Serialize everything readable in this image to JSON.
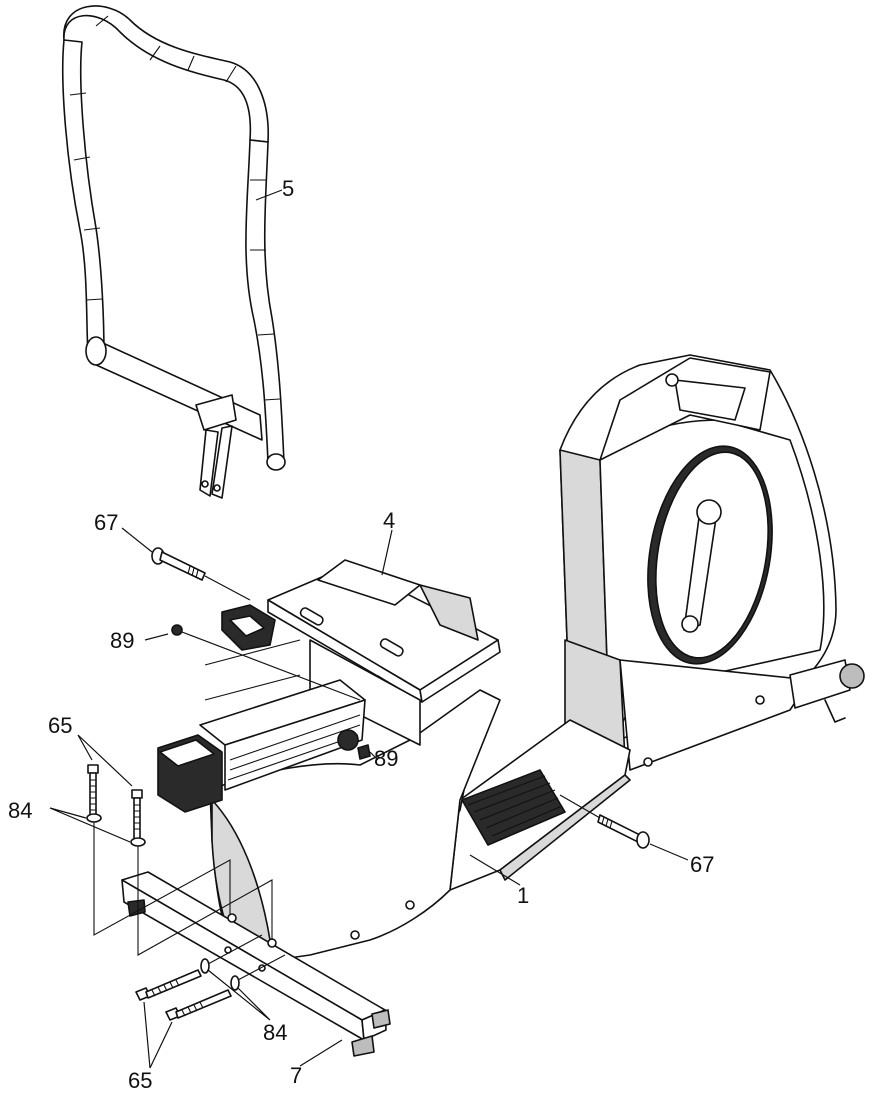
{
  "callouts": {
    "c5": "5",
    "c4": "4",
    "c67_top": "67",
    "c67_bottom": "67",
    "c89_left": "89",
    "c89_mid": "89",
    "c65_top": "65",
    "c65_bottom": "65",
    "c84_left": "84",
    "c84_right": "84",
    "c1": "1",
    "c7": "7"
  }
}
